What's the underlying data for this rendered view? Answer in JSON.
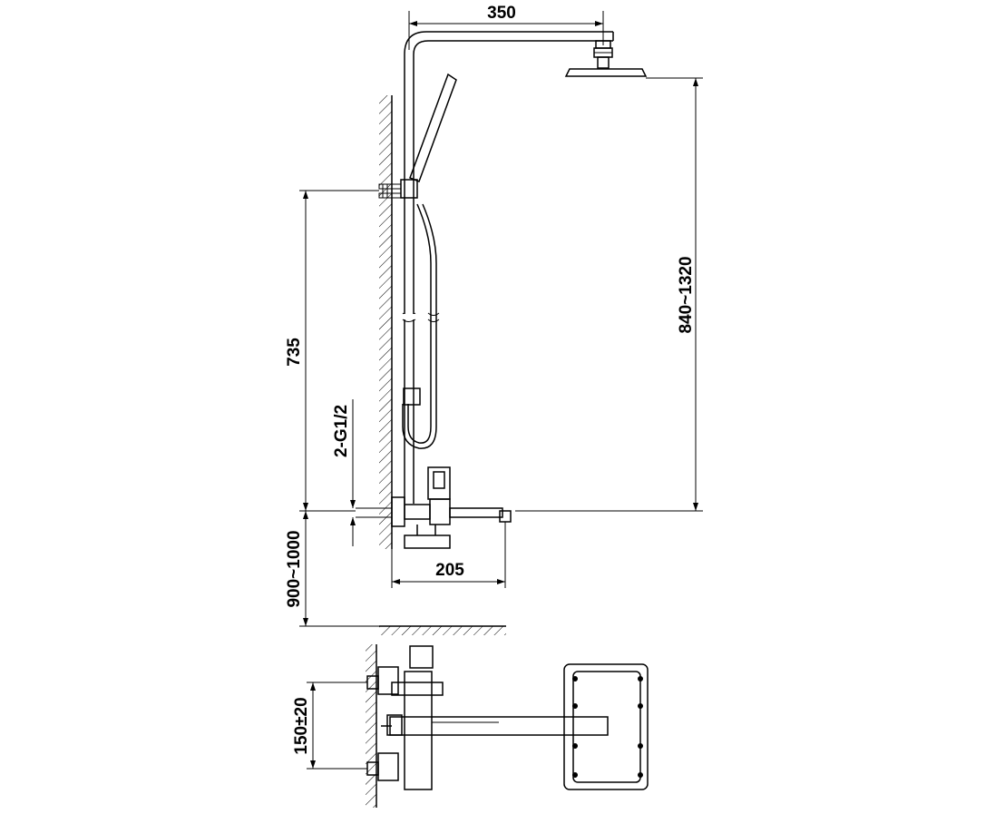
{
  "dimensions": {
    "head_reach": "350",
    "head_height_range": "840~1320",
    "bracket_height": "735",
    "inlet_thread": "2-G1/2",
    "spout_reach": "205",
    "mount_height_range": "900~1000",
    "inlet_spacing": "150±20"
  },
  "colors": {
    "line": "#000000",
    "background": "#ffffff"
  }
}
